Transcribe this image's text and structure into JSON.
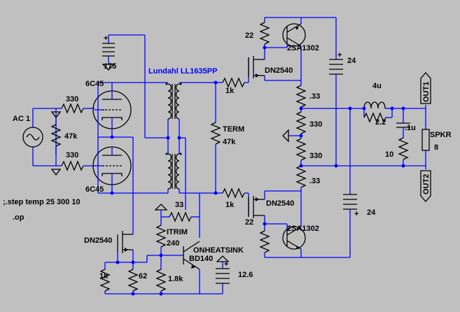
{
  "labels": {
    "r_grid_top": "330",
    "r_grid_bot": "330",
    "r_47k_in": "47k",
    "ac_source": "AC 1",
    "tube_top": "6C45",
    "tube_bot": "6C45",
    "transformer": "Lundahl LL1635PP",
    "supply_175": "175",
    "r_1k_top": "1k",
    "r_1k_bot": "1k",
    "term": "TERM",
    "r_term": "47k",
    "r_22_top": "22",
    "r_22_bot": "22",
    "q_top": "2SA1302",
    "q_bot": "2SA1302",
    "fet_top": "DN2540",
    "fet_bot": "DN2540",
    "r_33_top": ".33",
    "r_33_bot": ".33",
    "r_330_top": "330",
    "r_330_bot": "330",
    "supply_24_top": "24",
    "supply_24_bot": "24",
    "inductor": "4u",
    "r_2_2": "2.2",
    "cap": ".1u",
    "r_10": "10",
    "spkr": "SPKR",
    "spkr_val": "8",
    "out1": "OUT1",
    "out2": "OUT2",
    "step_cmd": ";.step temp 25 300 10",
    "op_cmd": ".op",
    "fet_ccs": "DN2540",
    "r_33_trim": "33",
    "itrim": "ITRIM",
    "itrim_val": "240",
    "onheatsink": "ONHEATSINK",
    "bd140": "BD140",
    "r_1k_ccs": "1k",
    "r_62": "62",
    "r_1_8k": "1.8k",
    "supply_12_6": "12.6"
  }
}
